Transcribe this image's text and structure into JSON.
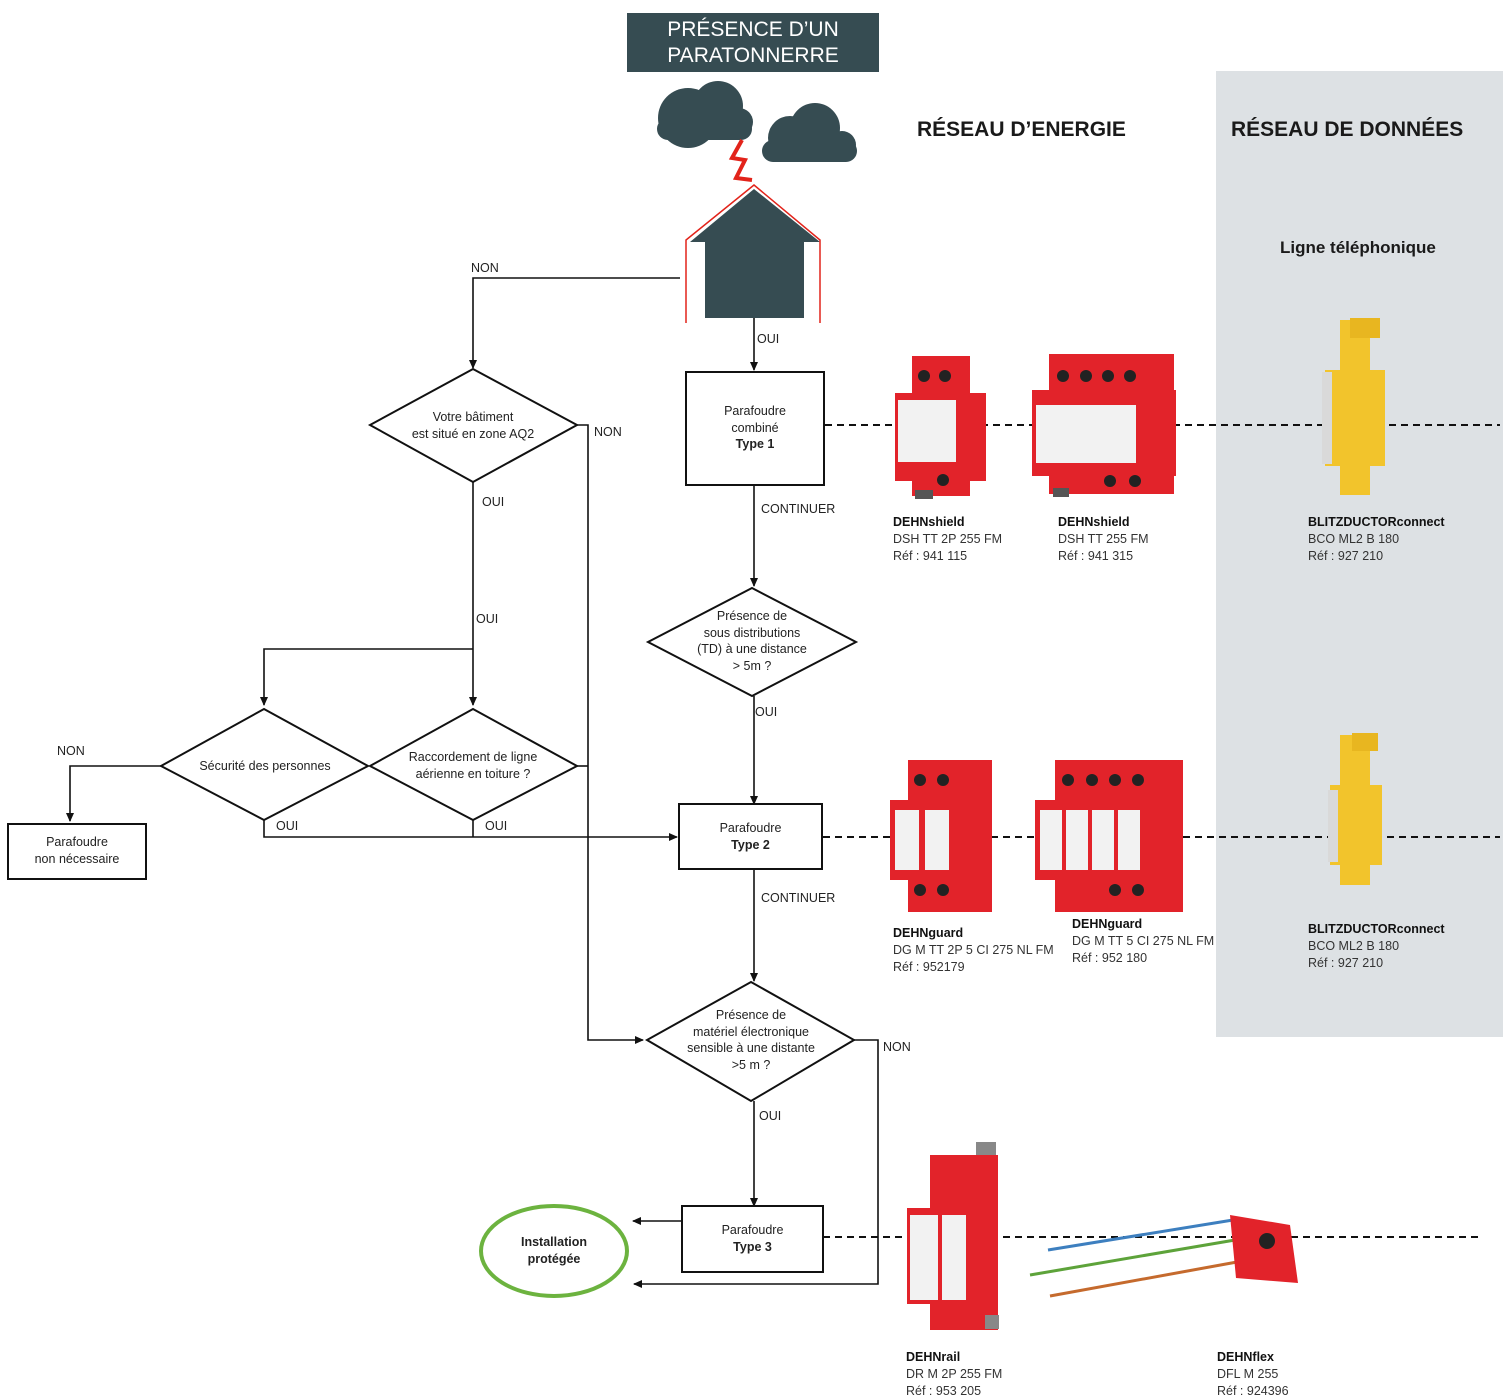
{
  "header": {
    "line1": "PRÉSENCE D’UN",
    "line2": "PARATONNERRE"
  },
  "sections": {
    "energy": "RÉSEAU D’ENERGIE",
    "data": "RÉSEAU DE DONNÉES",
    "data_subtitle": "Ligne téléphonique"
  },
  "flow": {
    "aq2": {
      "line1": "Votre bâtiment",
      "line2": "est situé en zone AQ2"
    },
    "type1": {
      "line1": "Parafoudre",
      "line2": "combiné",
      "line3": "Type 1"
    },
    "distrib": {
      "line1": "Présence de",
      "line2": "sous distributions",
      "line3": "(TD) à une distance",
      "line4": "> 5m ?"
    },
    "securite": {
      "line1": "Sécurité des personnes"
    },
    "raccord": {
      "line1": "Raccordement de ligne",
      "line2": "aérienne en toiture ?"
    },
    "non_necessaire": {
      "line1": "Parafoudre",
      "line2": "non nécessaire"
    },
    "type2": {
      "line1": "Parafoudre",
      "line2": "Type 2"
    },
    "materiel": {
      "line1": "Présence de",
      "line2": "matériel électronique",
      "line3": "sensible à une distante",
      "line4": ">5 m ?"
    },
    "type3": {
      "line1": "Parafoudre",
      "line2": "Type 3"
    },
    "installation": {
      "line1": "Installation",
      "line2": "protégée"
    }
  },
  "labels": {
    "non_top": "NON",
    "oui_house": "OUI",
    "non_aq2": "NON",
    "oui_aq2": "OUI",
    "oui_mid": "OUI",
    "continuer1": "CONTINUER",
    "oui_distrib": "OUI",
    "non_secu": "NON",
    "oui_secu": "OUI",
    "oui_raccord": "OUI",
    "continuer2": "CONTINUER",
    "non_materiel": "NON",
    "oui_materiel": "OUI"
  },
  "products": {
    "p1": {
      "name": "DEHNshield",
      "model": "DSH TT 2P 255 FM",
      "ref": "Réf : 941 115"
    },
    "p2": {
      "name": "DEHNshield",
      "model": "DSH TT 255 FM",
      "ref": "Réf : 941 315"
    },
    "p3": {
      "name": "BLITZDUCTORconnect",
      "model": "BCO ML2 B 180",
      "ref": "Réf : 927 210"
    },
    "p4": {
      "name": "DEHNguard",
      "model": "DG M TT 2P 5 CI 275 NL FM",
      "ref": "Réf : 952179"
    },
    "p5": {
      "name": "DEHNguard",
      "model": "DG M TT 5 CI 275 NL FM",
      "ref": "Réf : 952 180"
    },
    "p6": {
      "name": "BLITZDUCTORconnect",
      "model": "BCO ML2 B 180",
      "ref": "Réf : 927 210"
    },
    "p7": {
      "name": "DEHNrail",
      "model": "DR M 2P 255 FM",
      "ref": "Réf : 953 205"
    },
    "p8": {
      "name": "DEHNflex",
      "model": "DFL M 255",
      "ref": "Réf : 924396"
    }
  },
  "colors": {
    "header_bg": "#364c52",
    "cloud": "#364c52",
    "house": "#364c52",
    "lightning": "#e2231a",
    "product_red": "#e2232a",
    "product_yellow": "#f2c42c",
    "panel": "#dde1e4",
    "installation_ring": "#6cb33f"
  }
}
